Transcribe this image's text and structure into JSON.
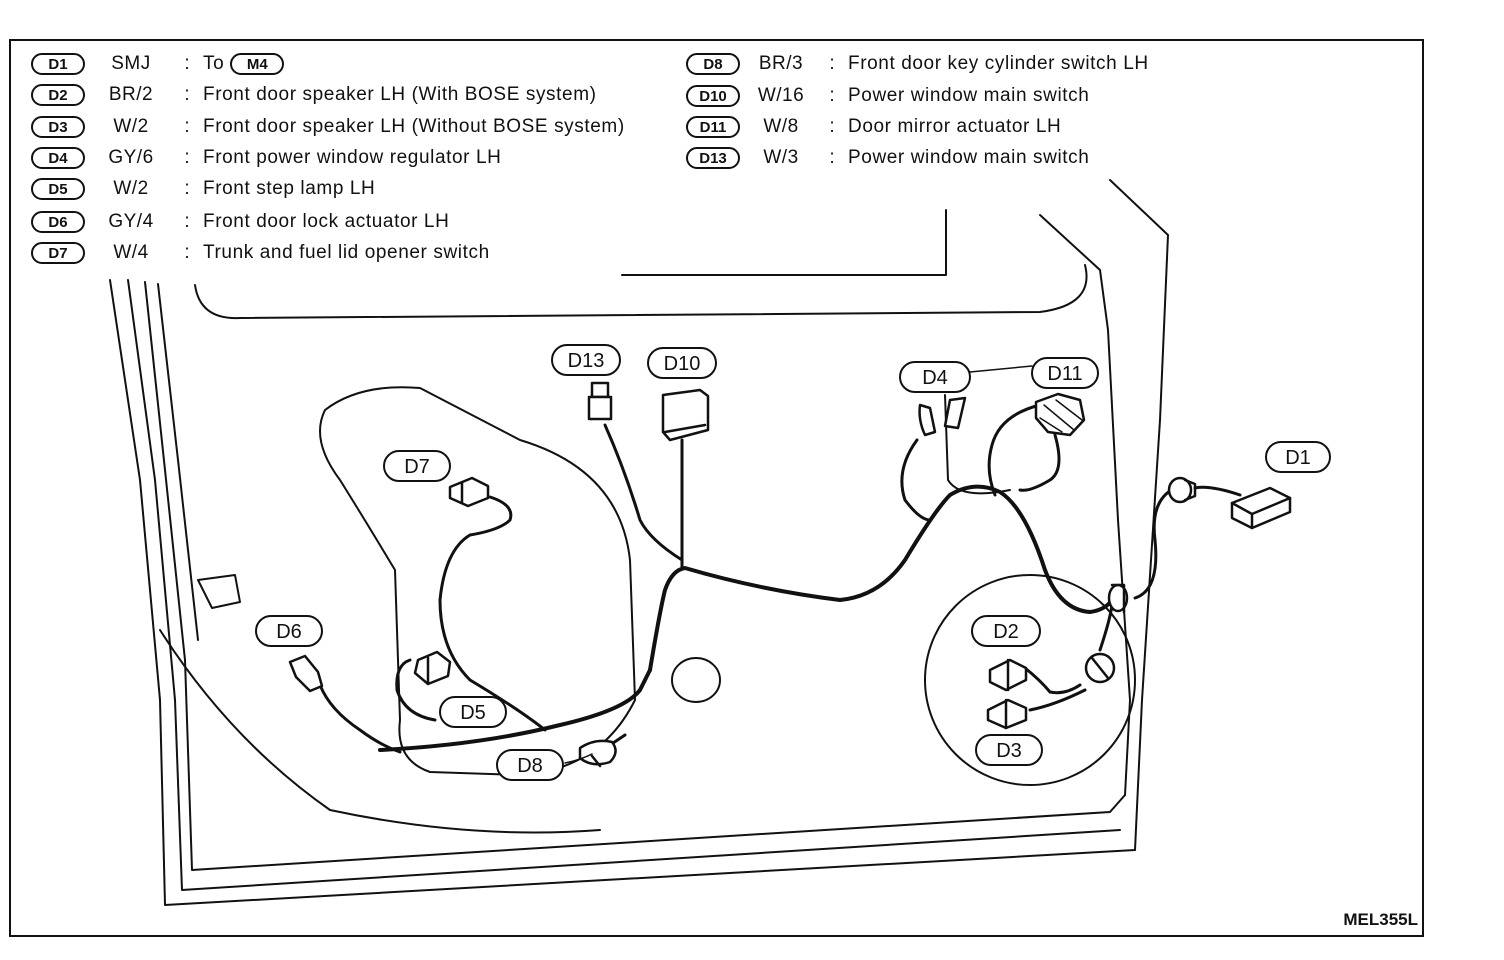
{
  "legend": {
    "left": [
      {
        "id": "D1",
        "code": "SMJ",
        "desc": "To",
        "ref_badge": "M4"
      },
      {
        "id": "D2",
        "code": "BR/2",
        "desc": "Front door speaker LH (With BOSE system)"
      },
      {
        "id": "D3",
        "code": "W/2",
        "desc": "Front door speaker LH (Without BOSE system)"
      },
      {
        "id": "D4",
        "code": "GY/6",
        "desc": "Front power window regulator LH"
      },
      {
        "id": "D5",
        "code": "W/2",
        "desc": "Front step lamp LH"
      },
      {
        "id": "D6",
        "code": "GY/4",
        "desc": "Front door lock actuator LH"
      },
      {
        "id": "D7",
        "code": "W/4",
        "desc": "Trunk and fuel lid opener switch"
      }
    ],
    "right": [
      {
        "id": "D8",
        "code": "BR/3",
        "desc": "Front door key cylinder switch LH"
      },
      {
        "id": "D10",
        "code": "W/16",
        "desc": "Power window main switch"
      },
      {
        "id": "D11",
        "code": "W/8",
        "desc": "Door mirror actuator LH"
      },
      {
        "id": "D13",
        "code": "W/3",
        "desc": "Power window main switch"
      }
    ],
    "separator": ":"
  },
  "callouts": {
    "d1": "D1",
    "d2": "D2",
    "d3": "D3",
    "d4": "D4",
    "d5": "D5",
    "d6": "D6",
    "d7": "D7",
    "d8": "D8",
    "d10": "D10",
    "d11": "D11",
    "d13": "D13"
  },
  "figure_ref": "MEL355L"
}
